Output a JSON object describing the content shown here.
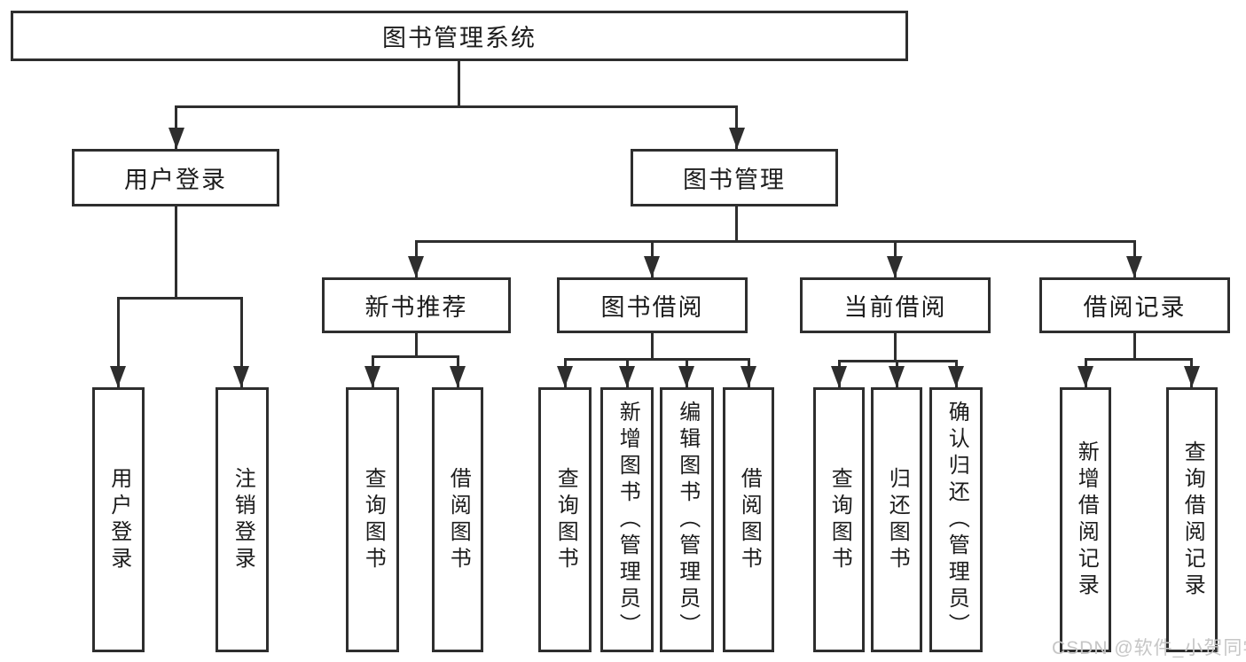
{
  "diagram": {
    "nodes": {
      "root": "图书管理系统",
      "user_login": "用户登录",
      "book_management": "图书管理",
      "new_book_recommend": "新书推荐",
      "book_borrow": "图书借阅",
      "current_borrow": "当前借阅",
      "borrow_record": "借阅记录",
      "user_login_children": [
        "用户登录",
        "注销登录"
      ],
      "new_book_children": [
        "查询图书",
        "借阅图书"
      ],
      "book_borrow_children": [
        "查询图书",
        "新增图书（管理员）",
        "编辑图书（管理员）",
        "借阅图书"
      ],
      "current_borrow_children": [
        "查询图书",
        "归还图书",
        "确认归还（管理员）"
      ],
      "borrow_record_children": [
        "新增借阅记录",
        "查询借阅记录"
      ]
    }
  },
  "watermark": {
    "text": "CSDN @软件_小贺同学"
  },
  "colors": {
    "line": "#2e2e2e",
    "text": "#1c1c1c",
    "watermark": "#c6c6c6",
    "background": "#ffffff"
  }
}
